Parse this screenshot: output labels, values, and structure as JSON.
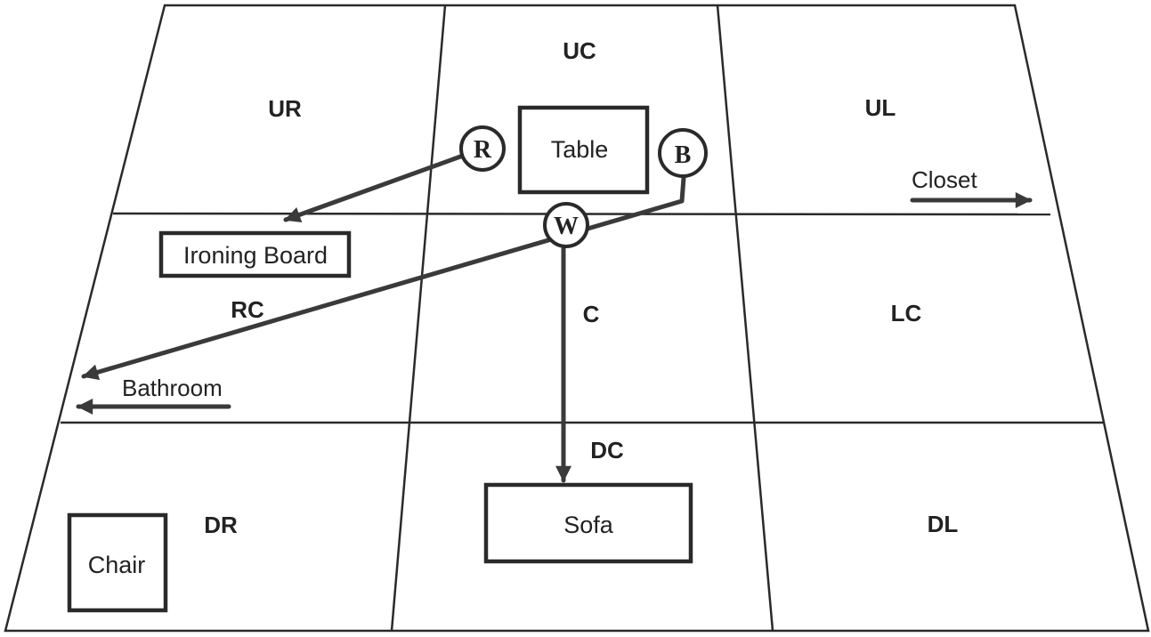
{
  "stage_areas": {
    "ur": "UR",
    "uc": "UC",
    "ul": "UL",
    "rc": "RC",
    "c": "C",
    "lc": "LC",
    "dr": "DR",
    "dc": "DC",
    "dl": "DL"
  },
  "props": {
    "table": "Table",
    "ironing_board": "Ironing Board",
    "sofa": "Sofa",
    "chair": "Chair"
  },
  "actors": {
    "r": "R",
    "b": "B",
    "w": "W"
  },
  "exits": {
    "closet": "Closet",
    "bathroom": "Bathroom"
  },
  "colors": {
    "ink": "#222222",
    "arrow": "#3a3a3a",
    "background": "#ffffff"
  }
}
